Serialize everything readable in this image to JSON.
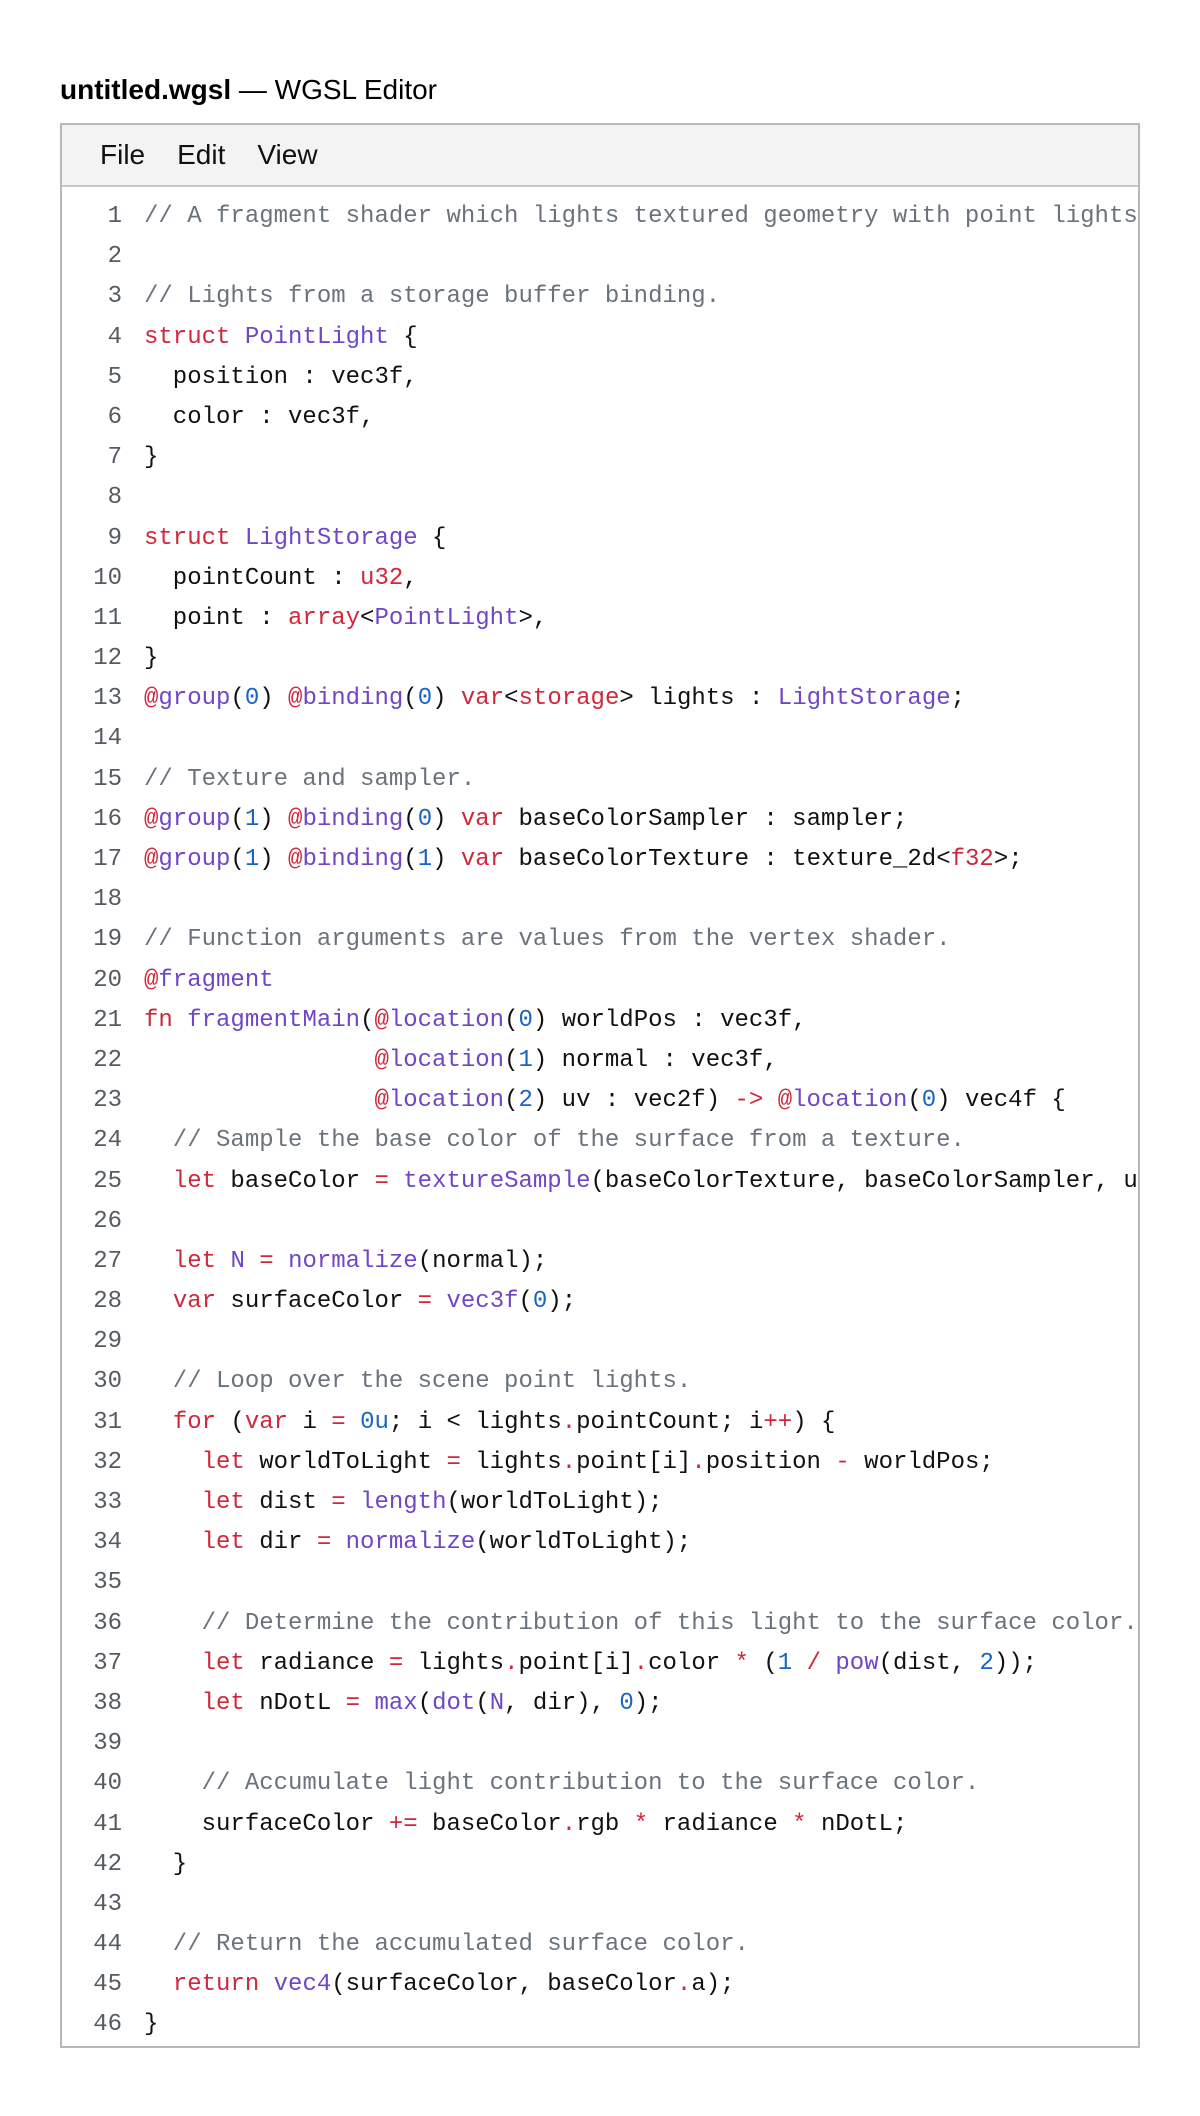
{
  "window": {
    "filename": "untitled.wgsl",
    "suffix": " — WGSL Editor"
  },
  "menu": {
    "items": [
      "File",
      "Edit",
      "View"
    ]
  },
  "colors": {
    "comment": "#6a737d",
    "keyword": "#d0273a",
    "type": "#7046c6",
    "function": "#7046c6",
    "attribute": "#7046c6",
    "number": "#1a64c4",
    "operator": "#d0273a"
  },
  "code": {
    "lines": [
      [
        [
          "c",
          "// A fragment shader which lights textured geometry with point lights."
        ]
      ],
      [],
      [
        [
          "c",
          "// Lights from a storage buffer binding."
        ]
      ],
      [
        [
          "k",
          "struct"
        ],
        [
          "p",
          " "
        ],
        [
          "t",
          "PointLight"
        ],
        [
          "p",
          " {"
        ]
      ],
      [
        [
          "p",
          "  position : vec3f,"
        ]
      ],
      [
        [
          "p",
          "  color : vec3f,"
        ]
      ],
      [
        [
          "p",
          "}"
        ]
      ],
      [],
      [
        [
          "k",
          "struct"
        ],
        [
          "p",
          " "
        ],
        [
          "t",
          "LightStorage"
        ],
        [
          "p",
          " {"
        ]
      ],
      [
        [
          "p",
          "  pointCount : "
        ],
        [
          "k",
          "u32"
        ],
        [
          "p",
          ","
        ]
      ],
      [
        [
          "p",
          "  point : "
        ],
        [
          "k",
          "array"
        ],
        [
          "p",
          "<"
        ],
        [
          "t",
          "PointLight"
        ],
        [
          "p",
          ">,"
        ]
      ],
      [
        [
          "p",
          "}"
        ]
      ],
      [
        [
          "k",
          "@"
        ],
        [
          "a",
          "group"
        ],
        [
          "p",
          "("
        ],
        [
          "n",
          "0"
        ],
        [
          "p",
          ") "
        ],
        [
          "k",
          "@"
        ],
        [
          "a",
          "binding"
        ],
        [
          "p",
          "("
        ],
        [
          "n",
          "0"
        ],
        [
          "p",
          ") "
        ],
        [
          "k",
          "var"
        ],
        [
          "p",
          "<"
        ],
        [
          "k",
          "storage"
        ],
        [
          "p",
          "> lights : "
        ],
        [
          "t",
          "LightStorage"
        ],
        [
          "p",
          ";"
        ]
      ],
      [],
      [
        [
          "c",
          "// Texture and sampler."
        ]
      ],
      [
        [
          "k",
          "@"
        ],
        [
          "a",
          "group"
        ],
        [
          "p",
          "("
        ],
        [
          "n",
          "1"
        ],
        [
          "p",
          ") "
        ],
        [
          "k",
          "@"
        ],
        [
          "a",
          "binding"
        ],
        [
          "p",
          "("
        ],
        [
          "n",
          "0"
        ],
        [
          "p",
          ") "
        ],
        [
          "k",
          "var"
        ],
        [
          "p",
          " baseColorSampler : sampler;"
        ]
      ],
      [
        [
          "k",
          "@"
        ],
        [
          "a",
          "group"
        ],
        [
          "p",
          "("
        ],
        [
          "n",
          "1"
        ],
        [
          "p",
          ") "
        ],
        [
          "k",
          "@"
        ],
        [
          "a",
          "binding"
        ],
        [
          "p",
          "("
        ],
        [
          "n",
          "1"
        ],
        [
          "p",
          ") "
        ],
        [
          "k",
          "var"
        ],
        [
          "p",
          " baseColorTexture : texture_2d<"
        ],
        [
          "k",
          "f32"
        ],
        [
          "p",
          ">;"
        ]
      ],
      [],
      [
        [
          "c",
          "// Function arguments are values from the vertex shader."
        ]
      ],
      [
        [
          "k",
          "@"
        ],
        [
          "a",
          "fragment"
        ]
      ],
      [
        [
          "k",
          "fn"
        ],
        [
          "p",
          " "
        ],
        [
          "f",
          "fragmentMain"
        ],
        [
          "p",
          "("
        ],
        [
          "k",
          "@"
        ],
        [
          "a",
          "location"
        ],
        [
          "p",
          "("
        ],
        [
          "n",
          "0"
        ],
        [
          "p",
          ") worldPos : vec3f,"
        ]
      ],
      [
        [
          "p",
          "                "
        ],
        [
          "k",
          "@"
        ],
        [
          "a",
          "location"
        ],
        [
          "p",
          "("
        ],
        [
          "n",
          "1"
        ],
        [
          "p",
          ") normal : vec3f,"
        ]
      ],
      [
        [
          "p",
          "                "
        ],
        [
          "k",
          "@"
        ],
        [
          "a",
          "location"
        ],
        [
          "p",
          "("
        ],
        [
          "n",
          "2"
        ],
        [
          "p",
          ") uv : vec2f) "
        ],
        [
          "o",
          "->"
        ],
        [
          "p",
          " "
        ],
        [
          "k",
          "@"
        ],
        [
          "a",
          "location"
        ],
        [
          "p",
          "("
        ],
        [
          "n",
          "0"
        ],
        [
          "p",
          ") vec4f {"
        ]
      ],
      [
        [
          "c",
          "  // Sample the base color of the surface from a texture."
        ]
      ],
      [
        [
          "p",
          "  "
        ],
        [
          "k",
          "let"
        ],
        [
          "p",
          " baseColor "
        ],
        [
          "o",
          "="
        ],
        [
          "p",
          " "
        ],
        [
          "f",
          "textureSample"
        ],
        [
          "p",
          "(baseColorTexture, baseColorSampler, uv);"
        ]
      ],
      [],
      [
        [
          "p",
          "  "
        ],
        [
          "k",
          "let"
        ],
        [
          "p",
          " "
        ],
        [
          "t",
          "N"
        ],
        [
          "p",
          " "
        ],
        [
          "o",
          "="
        ],
        [
          "p",
          " "
        ],
        [
          "f",
          "normalize"
        ],
        [
          "p",
          "(normal);"
        ]
      ],
      [
        [
          "p",
          "  "
        ],
        [
          "k",
          "var"
        ],
        [
          "p",
          " surfaceColor "
        ],
        [
          "o",
          "="
        ],
        [
          "p",
          " "
        ],
        [
          "f",
          "vec3f"
        ],
        [
          "p",
          "("
        ],
        [
          "n",
          "0"
        ],
        [
          "p",
          ");"
        ]
      ],
      [],
      [
        [
          "c",
          "  // Loop over the scene point lights."
        ]
      ],
      [
        [
          "p",
          "  "
        ],
        [
          "k",
          "for"
        ],
        [
          "p",
          " ("
        ],
        [
          "k",
          "var"
        ],
        [
          "p",
          " i "
        ],
        [
          "o",
          "="
        ],
        [
          "p",
          " "
        ],
        [
          "n",
          "0u"
        ],
        [
          "p",
          "; i < lights"
        ],
        [
          "o",
          "."
        ],
        [
          "p",
          "pointCount; i"
        ],
        [
          "o",
          "++"
        ],
        [
          "p",
          ") {"
        ]
      ],
      [
        [
          "p",
          "    "
        ],
        [
          "k",
          "let"
        ],
        [
          "p",
          " worldToLight "
        ],
        [
          "o",
          "="
        ],
        [
          "p",
          " lights"
        ],
        [
          "o",
          "."
        ],
        [
          "p",
          "point[i]"
        ],
        [
          "o",
          "."
        ],
        [
          "p",
          "position "
        ],
        [
          "o",
          "-"
        ],
        [
          "p",
          " worldPos;"
        ]
      ],
      [
        [
          "p",
          "    "
        ],
        [
          "k",
          "let"
        ],
        [
          "p",
          " dist "
        ],
        [
          "o",
          "="
        ],
        [
          "p",
          " "
        ],
        [
          "f",
          "length"
        ],
        [
          "p",
          "(worldToLight);"
        ]
      ],
      [
        [
          "p",
          "    "
        ],
        [
          "k",
          "let"
        ],
        [
          "p",
          " dir "
        ],
        [
          "o",
          "="
        ],
        [
          "p",
          " "
        ],
        [
          "f",
          "normalize"
        ],
        [
          "p",
          "(worldToLight);"
        ]
      ],
      [],
      [
        [
          "c",
          "    // Determine the contribution of this light to the surface color."
        ]
      ],
      [
        [
          "p",
          "    "
        ],
        [
          "k",
          "let"
        ],
        [
          "p",
          " radiance "
        ],
        [
          "o",
          "="
        ],
        [
          "p",
          " lights"
        ],
        [
          "o",
          "."
        ],
        [
          "p",
          "point[i]"
        ],
        [
          "o",
          "."
        ],
        [
          "p",
          "color "
        ],
        [
          "o",
          "*"
        ],
        [
          "p",
          " ("
        ],
        [
          "n",
          "1"
        ],
        [
          "p",
          " "
        ],
        [
          "o",
          "/"
        ],
        [
          "p",
          " "
        ],
        [
          "f",
          "pow"
        ],
        [
          "p",
          "(dist, "
        ],
        [
          "n",
          "2"
        ],
        [
          "p",
          "));"
        ]
      ],
      [
        [
          "p",
          "    "
        ],
        [
          "k",
          "let"
        ],
        [
          "p",
          " nDotL "
        ],
        [
          "o",
          "="
        ],
        [
          "p",
          " "
        ],
        [
          "f",
          "max"
        ],
        [
          "p",
          "("
        ],
        [
          "f",
          "dot"
        ],
        [
          "p",
          "("
        ],
        [
          "t",
          "N"
        ],
        [
          "p",
          ", dir), "
        ],
        [
          "n",
          "0"
        ],
        [
          "p",
          ");"
        ]
      ],
      [],
      [
        [
          "c",
          "    // Accumulate light contribution to the surface color."
        ]
      ],
      [
        [
          "p",
          "    surfaceColor "
        ],
        [
          "o",
          "+="
        ],
        [
          "p",
          " baseColor"
        ],
        [
          "o",
          "."
        ],
        [
          "p",
          "rgb "
        ],
        [
          "o",
          "*"
        ],
        [
          "p",
          " radiance "
        ],
        [
          "o",
          "*"
        ],
        [
          "p",
          " nDotL;"
        ]
      ],
      [
        [
          "p",
          "  }"
        ]
      ],
      [],
      [
        [
          "c",
          "  // Return the accumulated surface color."
        ]
      ],
      [
        [
          "p",
          "  "
        ],
        [
          "k",
          "return"
        ],
        [
          "p",
          " "
        ],
        [
          "f",
          "vec4"
        ],
        [
          "p",
          "(surfaceColor, baseColor"
        ],
        [
          "o",
          "."
        ],
        [
          "p",
          "a);"
        ]
      ],
      [
        [
          "p",
          "}"
        ]
      ]
    ]
  }
}
